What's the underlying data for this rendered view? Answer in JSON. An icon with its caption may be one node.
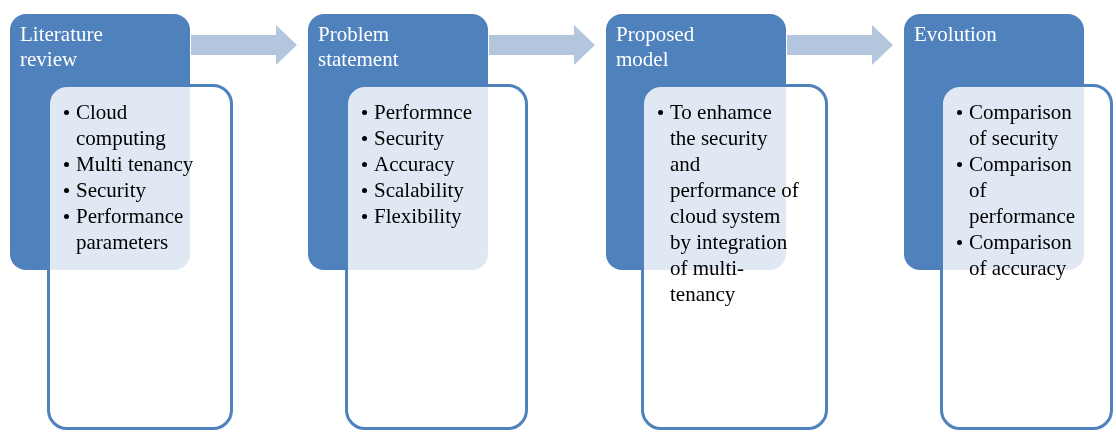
{
  "diagram": {
    "nodes": [
      {
        "text": [
          "Literature review"
        ]
      },
      {
        "text": [
          "Cloud computing",
          "Multi tenancy",
          "Security",
          "Performance parameters"
        ]
      },
      {
        "text": [
          "Problem statement"
        ]
      },
      {
        "text": [
          "Performnce",
          "Security",
          "Accuracy",
          "Scalability",
          "Flexibility"
        ]
      },
      {
        "text": [
          "Proposed model"
        ]
      },
      {
        "text": [
          "To enhamce the security and performance of cloud system by integration of multi-tenancy"
        ]
      },
      {
        "text": [
          "Evolution"
        ]
      },
      {
        "text": [
          "Comparison of security",
          "Comparison of performance",
          "Comparison of accuracy"
        ]
      }
    ],
    "edges": [
      {
        "from": 0,
        "to": 2,
        "arrow": "to"
      },
      {
        "from": 2,
        "to": 4,
        "arrow": "to"
      },
      {
        "from": 4,
        "to": 6,
        "arrow": "to"
      }
    ]
  }
}
